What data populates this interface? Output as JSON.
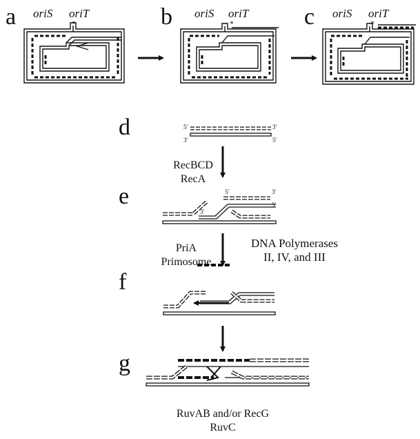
{
  "panels": {
    "a": "a",
    "b": "b",
    "c": "c",
    "d": "d",
    "e": "e",
    "f": "f",
    "g": "g"
  },
  "top": {
    "oriS": "oriS",
    "oriT": "oriT",
    "star": "*"
  },
  "ends": {
    "five": "5'",
    "three": "3'"
  },
  "enzymes": {
    "recbcd_line1": "RecBCD",
    "recbcd_line2": "RecA",
    "pria_line1": "PriA",
    "pria_line2": "Primosome",
    "pol_line1": "DNA Polymerases",
    "pol_line2": "II, IV, and  III",
    "ruv_line1": "RuvAB and/or RecG",
    "ruv_line2": "RuvC"
  }
}
